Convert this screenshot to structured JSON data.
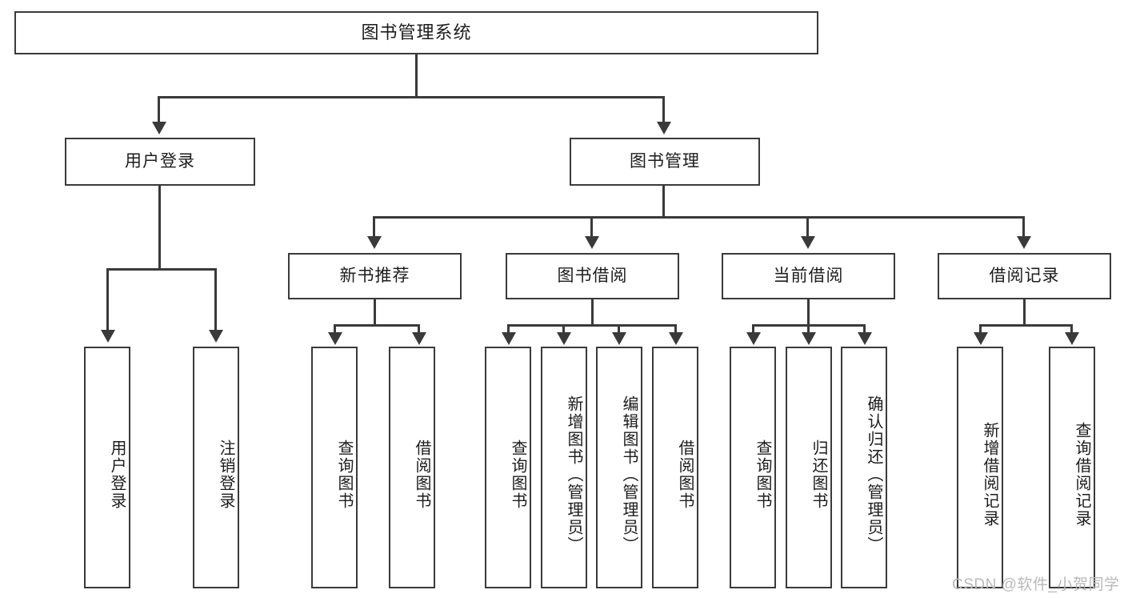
{
  "diagram": {
    "type": "tree-hierarchy-chart",
    "title": "图书管理系统",
    "style": {
      "background": "#ffffff",
      "line_color": "#3a3a3a",
      "box_border": "#3a3a3a",
      "box_fill": "#ffffff",
      "text_color": "#1c1c1c"
    },
    "root": {
      "label": "图书管理系统"
    },
    "level2": [
      {
        "label": "用户登录"
      },
      {
        "label": "图书管理"
      }
    ],
    "level3": [
      {
        "label": "新书推荐"
      },
      {
        "label": "图书借阅"
      },
      {
        "label": "当前借阅"
      },
      {
        "label": "借阅记录"
      }
    ],
    "leaves": {
      "user_login": [
        {
          "label": "用户登录"
        },
        {
          "label": "注销登录"
        }
      ],
      "new_book_recommend": [
        {
          "label": "查询图书"
        },
        {
          "label": "借阅图书"
        }
      ],
      "book_borrow": [
        {
          "label": "查询图书"
        },
        {
          "label": "新增图书（管理员）"
        },
        {
          "label": "编辑图书（管理员）"
        },
        {
          "label": "借阅图书"
        }
      ],
      "current_borrow": [
        {
          "label": "查询图书"
        },
        {
          "label": "归还图书"
        },
        {
          "label": "确认归还（管理员）"
        }
      ],
      "borrow_record": [
        {
          "label": "新增借阅记录"
        },
        {
          "label": "查询借阅记录"
        }
      ]
    }
  },
  "watermark": {
    "text": "CSDN @软件_小贺同学"
  }
}
